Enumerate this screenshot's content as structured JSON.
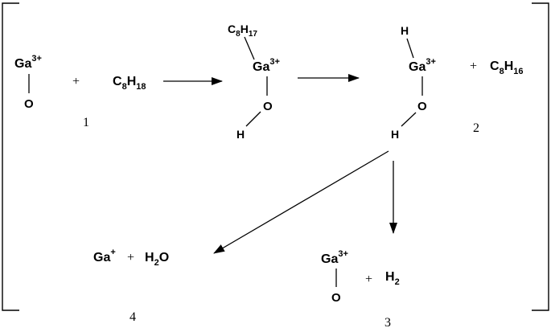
{
  "species": {
    "ga3": {
      "symbol": "Ga",
      "charge": "3+"
    },
    "ga1": {
      "symbol": "Ga",
      "charge": "+"
    },
    "oxygen": "O",
    "hydrogen": "H",
    "octane": {
      "c": "C",
      "c_sub": "8",
      "h": "H",
      "h_sub": "18"
    },
    "octyl": {
      "c": "C",
      "c_sub": "8",
      "h": "H",
      "h_sub": "17"
    },
    "octene": {
      "c": "C",
      "c_sub": "8",
      "h": "H",
      "h_sub": "16"
    },
    "water": {
      "h": "H",
      "h_sub": "2",
      "o": "O"
    },
    "hydrogen_gas": {
      "h": "H",
      "h_sub": "2"
    }
  },
  "plus": "+",
  "labels": {
    "step1": "1",
    "step2": "2",
    "step3": "3",
    "step4": "4"
  }
}
